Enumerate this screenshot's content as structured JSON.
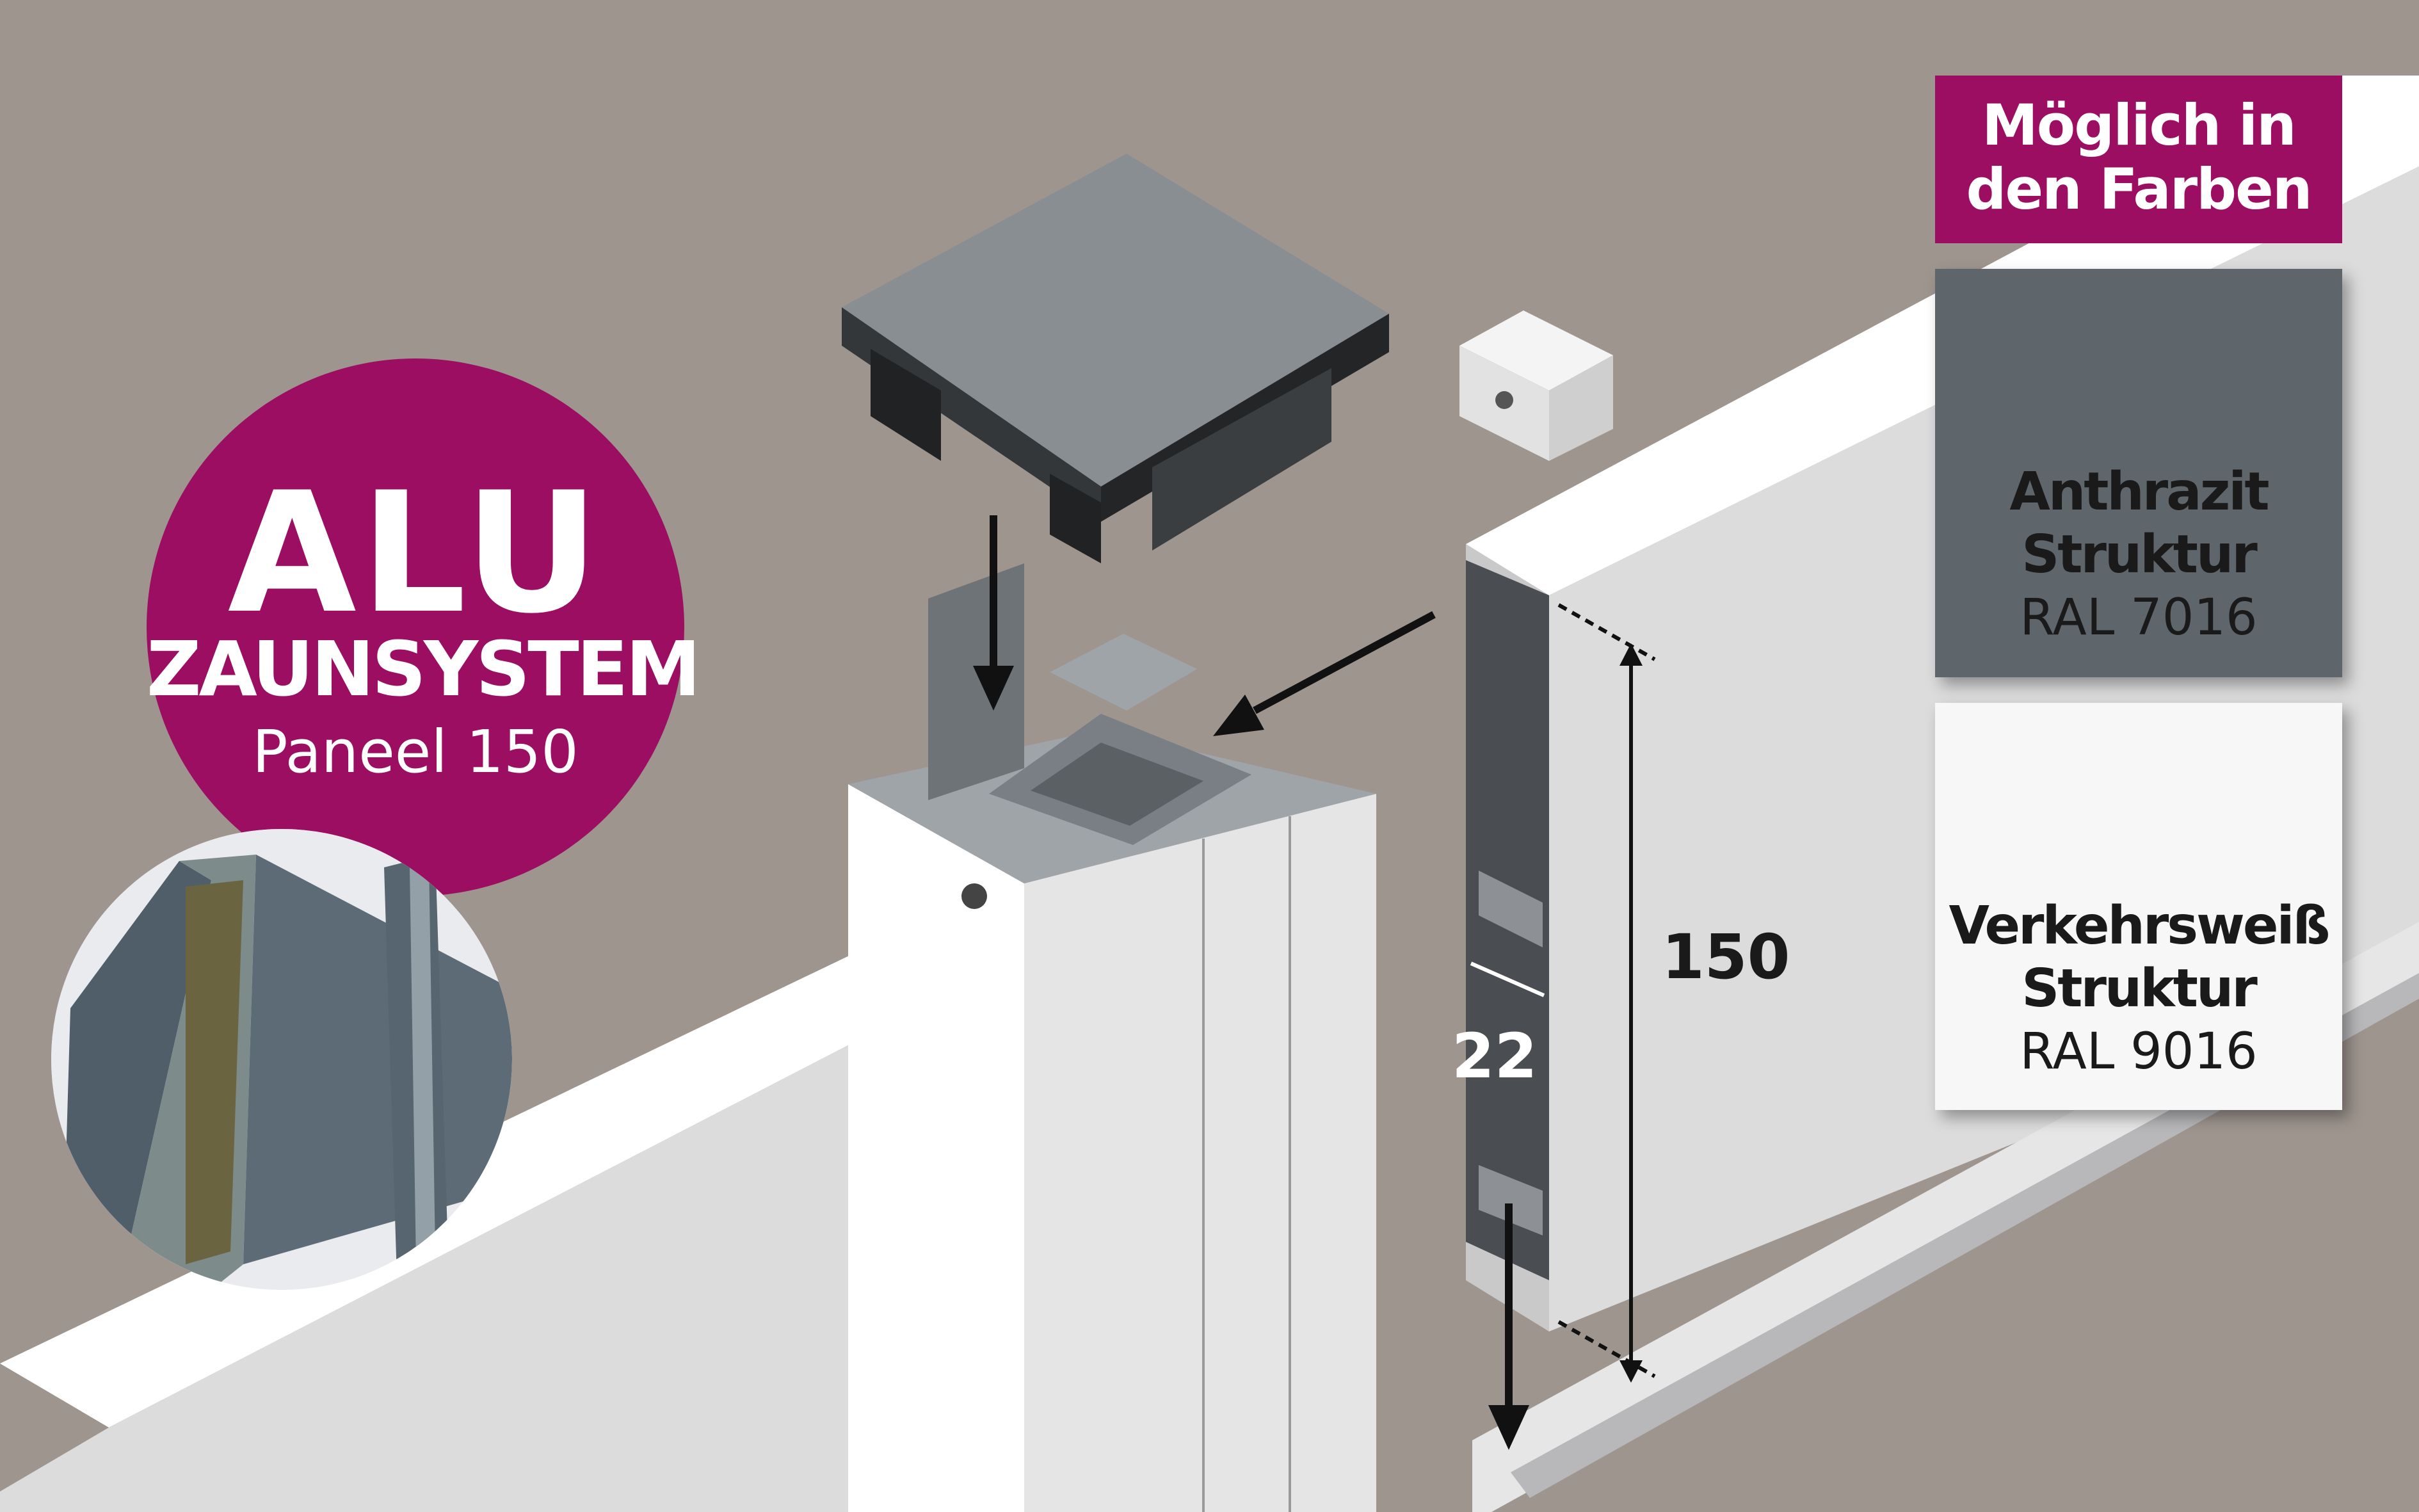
{
  "badge": {
    "title": "ALU",
    "subtitle": "ZAUNSYSTEM",
    "model": "Paneel 150"
  },
  "colors": {
    "header": "Möglich in den Farben",
    "options": [
      {
        "name": "Anthrazit",
        "finish": "Struktur",
        "ral": "RAL 7016",
        "hex": "#5f666b"
      },
      {
        "name": "Verkehrsweiß",
        "finish": "Struktur",
        "ral": "RAL 9016",
        "hex": "#f7f7f7"
      }
    ]
  },
  "dimensions": {
    "height": "150",
    "depth": "22"
  },
  "palette": {
    "brand": "#9c0e61",
    "background": "#9f958f",
    "dark_metal": "#5b6065",
    "white_profile": "#f2f2f2"
  }
}
